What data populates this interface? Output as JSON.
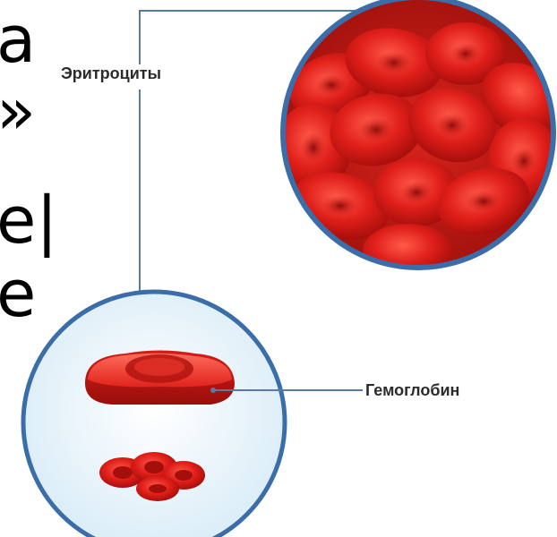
{
  "background_text_fragments": [
    "а",
    "»",
    "е|",
    "е"
  ],
  "labels": {
    "erythrocytes": "Эритроциты",
    "hemoglobin": "Гемоглобин"
  },
  "colors": {
    "cell_red": "#e01f1a",
    "cell_dark": "#a80f0c",
    "circle_border": "#3b6ea8",
    "bottom_circle_fill": "#eaf4fb",
    "leader_line": "#5a7aa6"
  }
}
